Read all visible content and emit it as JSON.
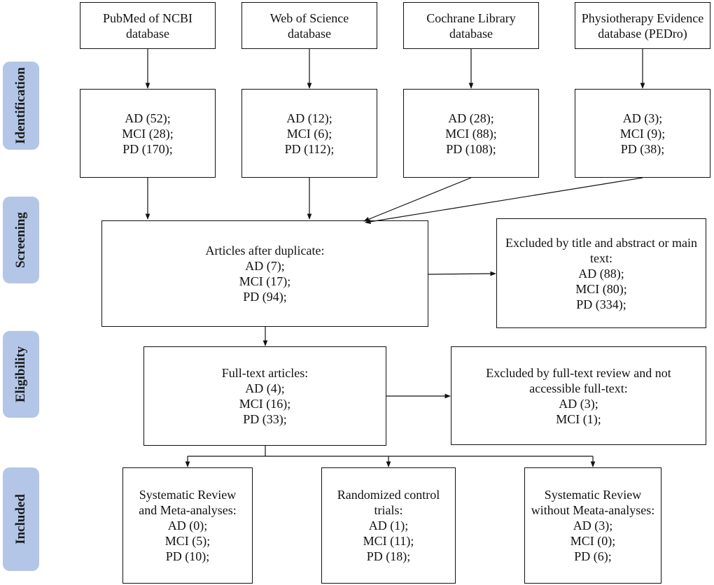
{
  "stages": {
    "identification": "Identification",
    "screening": "Screening",
    "eligibility": "Eligibility",
    "included": "Included"
  },
  "databases": [
    {
      "lines": [
        "PubMed of NCBI",
        "database"
      ]
    },
    {
      "lines": [
        "Web of Science",
        "database"
      ]
    },
    {
      "lines": [
        "Cochrane Library",
        "database"
      ]
    },
    {
      "lines": [
        "Physiotherapy Evidence",
        "database (PEDro)"
      ]
    }
  ],
  "identified": [
    {
      "lines": [
        "AD (52);",
        "MCI (28);",
        "PD (170);"
      ]
    },
    {
      "lines": [
        "AD (12);",
        "MCI (6);",
        "PD (112);"
      ]
    },
    {
      "lines": [
        "AD (28);",
        "MCI (88);",
        "PD (108);"
      ]
    },
    {
      "lines": [
        "AD (3);",
        "MCI (9);",
        "PD (38);"
      ]
    }
  ],
  "screening": {
    "lines": [
      "Articles after duplicate:",
      "AD (7);",
      "MCI (17);",
      "PD (94);"
    ]
  },
  "excluded_screening": {
    "lines": [
      "Excluded by title and abstract or main",
      "text:",
      "AD (88);",
      "MCI (80);",
      "PD (334);"
    ]
  },
  "eligibility": {
    "lines": [
      "Full-text articles:",
      "AD (4);",
      "MCI (16);",
      "PD (33);"
    ]
  },
  "excluded_eligibility": {
    "lines": [
      "Excluded by full-text review and not",
      "accessible full-text:",
      "AD (3);",
      "MCI (1);"
    ]
  },
  "included": [
    {
      "lines": [
        "Systematic Review",
        "and Meta-analyses:",
        "AD (0);",
        "MCI (5);",
        "PD (10);"
      ]
    },
    {
      "lines": [
        "Randomized control",
        "trials:",
        "AD (1);",
        "MCI (11);",
        "PD (18);"
      ]
    },
    {
      "lines": [
        "Systematic Review",
        "without Meata-analyses:",
        "AD (3);",
        "MCI (0);",
        "PD (6);"
      ]
    }
  ]
}
